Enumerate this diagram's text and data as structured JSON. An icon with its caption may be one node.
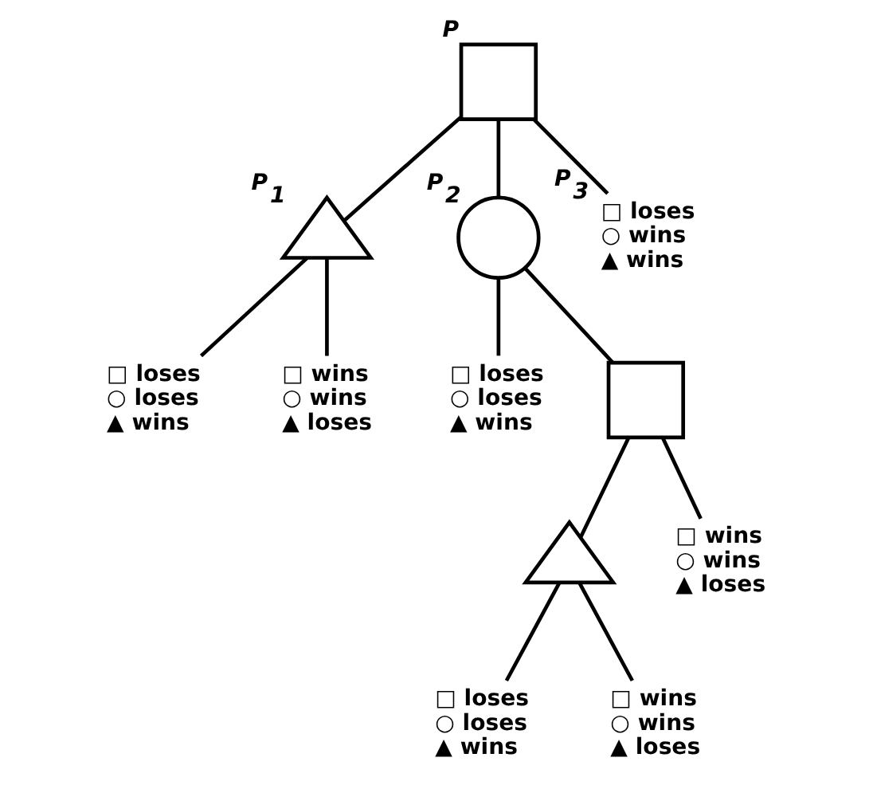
{
  "diagram": {
    "nodes": [
      {
        "text": [],
        "shape": "box",
        "beside": [
          "P"
        ]
      },
      {
        "text": [],
        "shape": "triangle",
        "beside": [
          "P$_{1}$"
        ]
      },
      {
        "text": [],
        "shape": "circle",
        "beside": [
          "P$_{2}$"
        ]
      },
      {
        "text": [
          "□ loses",
          "○ wins",
          "▲ wins"
        ],
        "beside": [
          "P$_{3}$"
        ]
      },
      {
        "text": [
          "□ loses",
          "○ loses",
          "▲ wins"
        ]
      },
      {
        "text": [
          "□ wins",
          "○ wins",
          "▲ loses"
        ]
      },
      {
        "text": [
          "□ loses",
          "○ loses",
          "▲ wins"
        ]
      },
      {
        "text": [],
        "shape": "box"
      },
      {
        "text": [],
        "shape": "triangle"
      },
      {
        "text": [
          "□ wins",
          "○ wins",
          "▲ loses"
        ]
      },
      {
        "text": [
          "□ loses",
          "○ loses",
          "▲ wins"
        ]
      },
      {
        "text": [
          "□ wins",
          "○ wins",
          "▲ loses"
        ]
      }
    ],
    "edges": [
      {
        "from": 0,
        "to": 1,
        "arrow": "none"
      },
      {
        "from": 0,
        "to": 2,
        "arrow": "none"
      },
      {
        "from": 0,
        "to": 3,
        "arrow": "none"
      },
      {
        "from": 1,
        "to": 4,
        "arrow": "none"
      },
      {
        "from": 1,
        "to": 5,
        "arrow": "none"
      },
      {
        "from": 2,
        "to": 6,
        "arrow": "none"
      },
      {
        "from": 2,
        "to": 7,
        "arrow": "none"
      },
      {
        "from": 7,
        "to": 8,
        "arrow": "none"
      },
      {
        "from": 7,
        "to": 9,
        "arrow": "none"
      },
      {
        "from": 8,
        "to": 10,
        "arrow": "none"
      },
      {
        "from": 8,
        "to": 11,
        "arrow": "none"
      }
    ]
  }
}
